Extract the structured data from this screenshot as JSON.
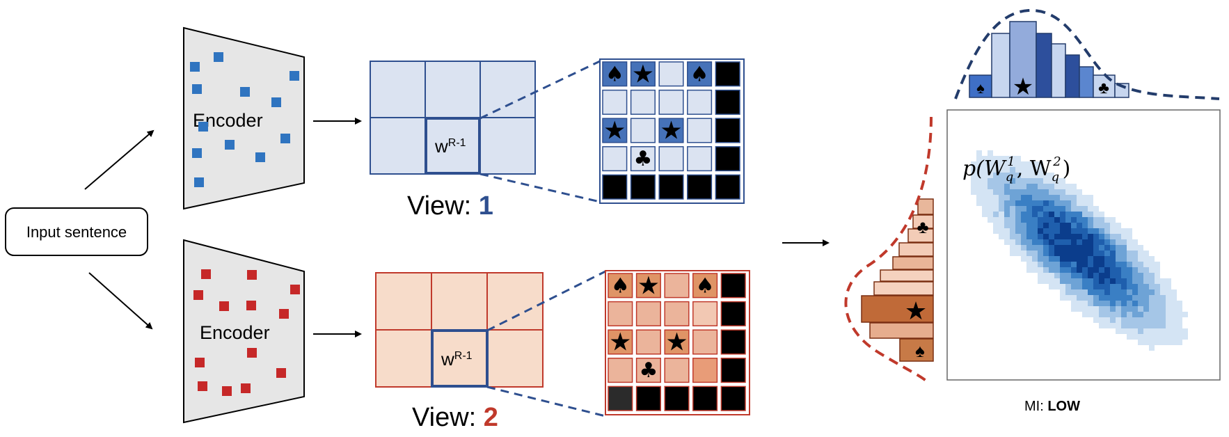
{
  "input_label": "Input sentence",
  "encoder_label": "Encoder",
  "cell_label_base": "w",
  "cell_label_sup": "R-1",
  "views": [
    {
      "prefix": "View: ",
      "number": "1",
      "color": "#2e4f8f"
    },
    {
      "prefix": "View: ",
      "number": "2",
      "color": "#c0392b"
    }
  ],
  "joint_label_prefix": "p(W",
  "joint_label_sub": "q",
  "joint_label_sup1": "1",
  "joint_label_sup2": "2",
  "mi_prefix": "MI: ",
  "mi_value": "LOW",
  "symbols": {
    "spade": "♠",
    "club": "♣",
    "star": "★"
  },
  "colors": {
    "blue_token": "#2f74c0",
    "red_token": "#c62828",
    "view1_fill": "#dbe3f1",
    "view1_stroke": "#2e4f8f",
    "view2_fill": "#f7dcca",
    "view2_stroke": "#c0392b",
    "blue_dashed": "#233c6b",
    "red_dashed": "#c0392b"
  }
}
